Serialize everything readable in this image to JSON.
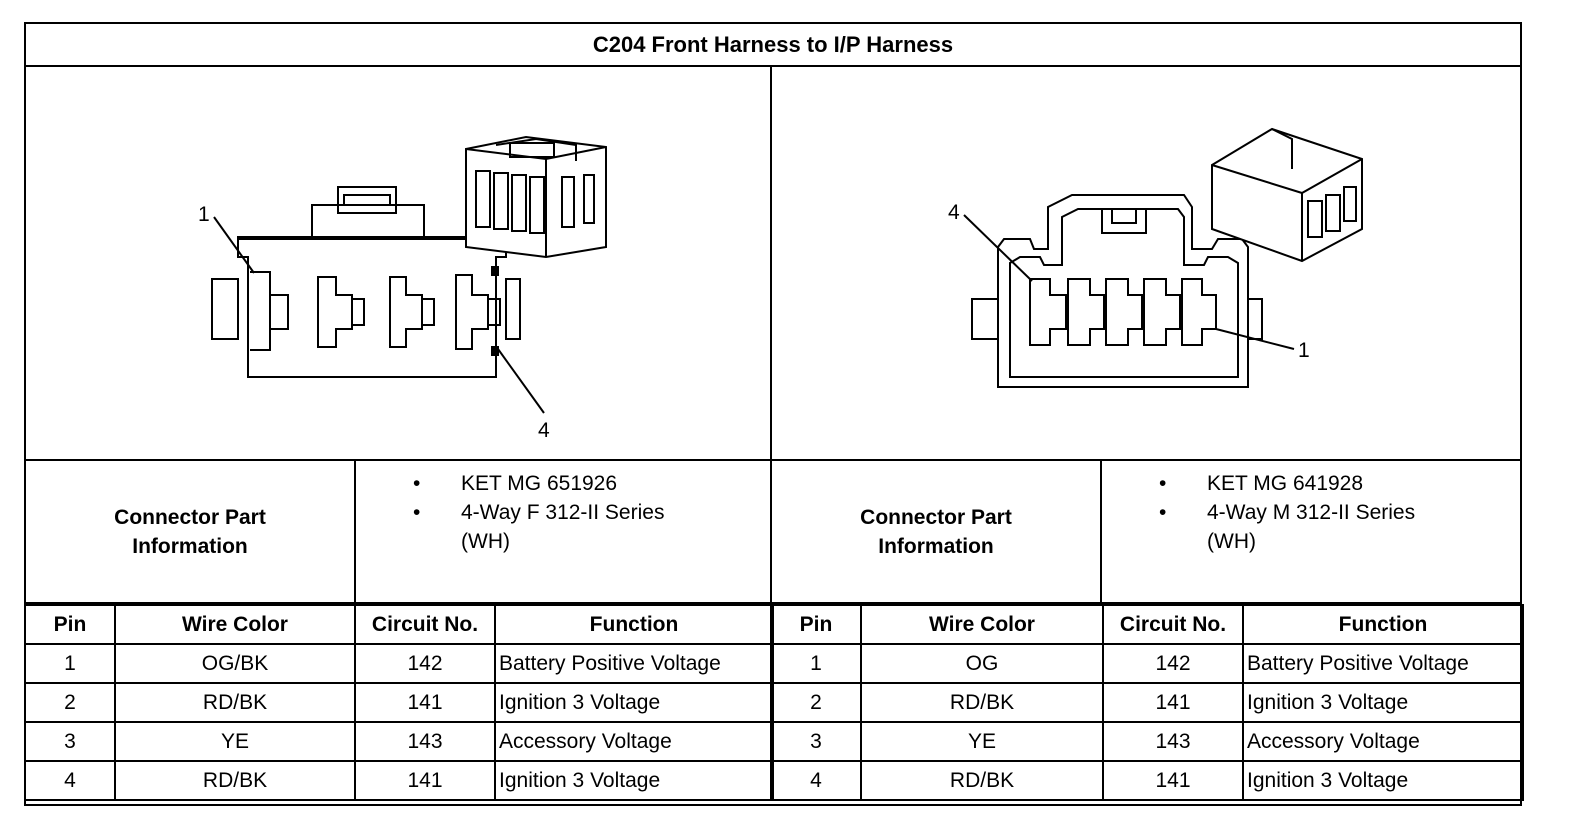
{
  "title": "C204 Front Harness to I/P Harness",
  "left": {
    "callouts": {
      "pin1": "1",
      "pin4": "4"
    },
    "connector_label": [
      "Connector Part",
      "Information"
    ],
    "info": [
      "KET MG 651926",
      "4-Way F 312-II Series",
      "(WH)"
    ],
    "headers": {
      "pin": "Pin",
      "wire_color": "Wire Color",
      "circuit": "Circuit No.",
      "function": "Function"
    },
    "rows": [
      {
        "pin": "1",
        "wire_color": "OG/BK",
        "circuit": "142",
        "function": "Battery Positive Voltage"
      },
      {
        "pin": "2",
        "wire_color": "RD/BK",
        "circuit": "141",
        "function": "Ignition 3 Voltage"
      },
      {
        "pin": "3",
        "wire_color": "YE",
        "circuit": "143",
        "function": "Accessory Voltage"
      },
      {
        "pin": "4",
        "wire_color": "RD/BK",
        "circuit": "141",
        "function": "Ignition 3 Voltage"
      }
    ]
  },
  "right": {
    "callouts": {
      "pin1": "1",
      "pin4": "4"
    },
    "connector_label": [
      "Connector Part",
      "Information"
    ],
    "info": [
      "KET MG 641928",
      "4-Way M 312-II Series",
      "(WH)"
    ],
    "headers": {
      "pin": "Pin",
      "wire_color": "Wire Color",
      "circuit": "Circuit No.",
      "function": "Function"
    },
    "rows": [
      {
        "pin": "1",
        "wire_color": "OG",
        "circuit": "142",
        "function": "Battery Positive Voltage"
      },
      {
        "pin": "2",
        "wire_color": "RD/BK",
        "circuit": "141",
        "function": "Ignition 3 Voltage"
      },
      {
        "pin": "3",
        "wire_color": "YE",
        "circuit": "143",
        "function": "Accessory Voltage"
      },
      {
        "pin": "4",
        "wire_color": "RD/BK",
        "circuit": "141",
        "function": "Ignition 3 Voltage"
      }
    ]
  }
}
